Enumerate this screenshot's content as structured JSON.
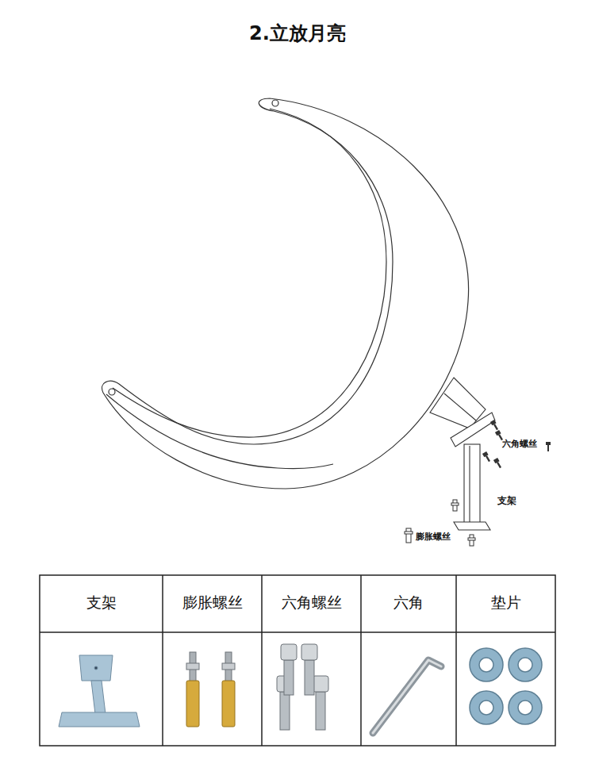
{
  "diagram": {
    "title": "2.立放月亮",
    "labels": [
      "六角螺丝",
      "支架",
      "膨胀螺丝",
      "支架",
      "膨胀螺丝",
      "六角螺丝",
      "六角",
      "垫片"
    ]
  }
}
